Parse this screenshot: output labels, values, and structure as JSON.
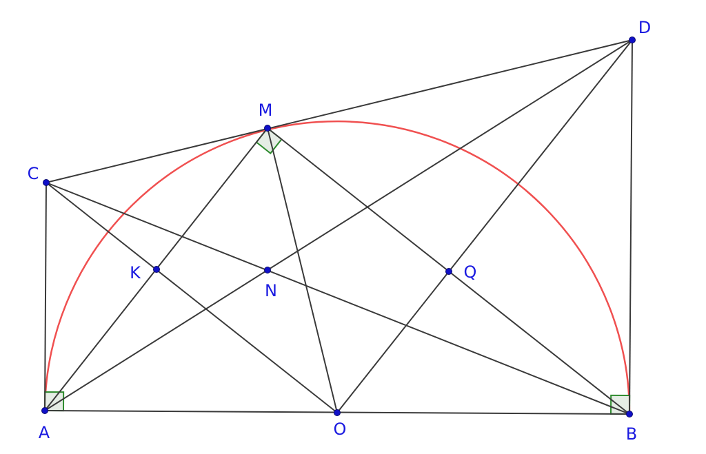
{
  "figure": {
    "points": [
      {
        "id": "A",
        "label": "A"
      },
      {
        "id": "B",
        "label": "B"
      },
      {
        "id": "C",
        "label": "C"
      },
      {
        "id": "D",
        "label": "D"
      },
      {
        "id": "M",
        "label": "M"
      },
      {
        "id": "O",
        "label": "O"
      },
      {
        "id": "K",
        "label": "K"
      },
      {
        "id": "N",
        "label": "N"
      },
      {
        "id": "Q",
        "label": "Q"
      }
    ],
    "segments": [
      [
        "A",
        "B"
      ],
      [
        "A",
        "C"
      ],
      [
        "B",
        "D"
      ],
      [
        "C",
        "D"
      ],
      [
        "A",
        "M"
      ],
      [
        "M",
        "B"
      ],
      [
        "M",
        "O"
      ],
      [
        "C",
        "O"
      ],
      [
        "O",
        "D"
      ],
      [
        "C",
        "B"
      ],
      [
        "A",
        "D"
      ]
    ],
    "arc": {
      "center": "O",
      "from": "A",
      "to": "B",
      "color": "#f05050"
    },
    "right_angles": [
      "A",
      "M",
      "B"
    ],
    "colors": {
      "segment": "#3a3a3a",
      "arc": "#f05050",
      "point": "#1010c8",
      "label": "#1a1ae0",
      "right_angle_stroke": "#2e8b2e",
      "right_angle_fill": "#e2ebe2"
    }
  }
}
